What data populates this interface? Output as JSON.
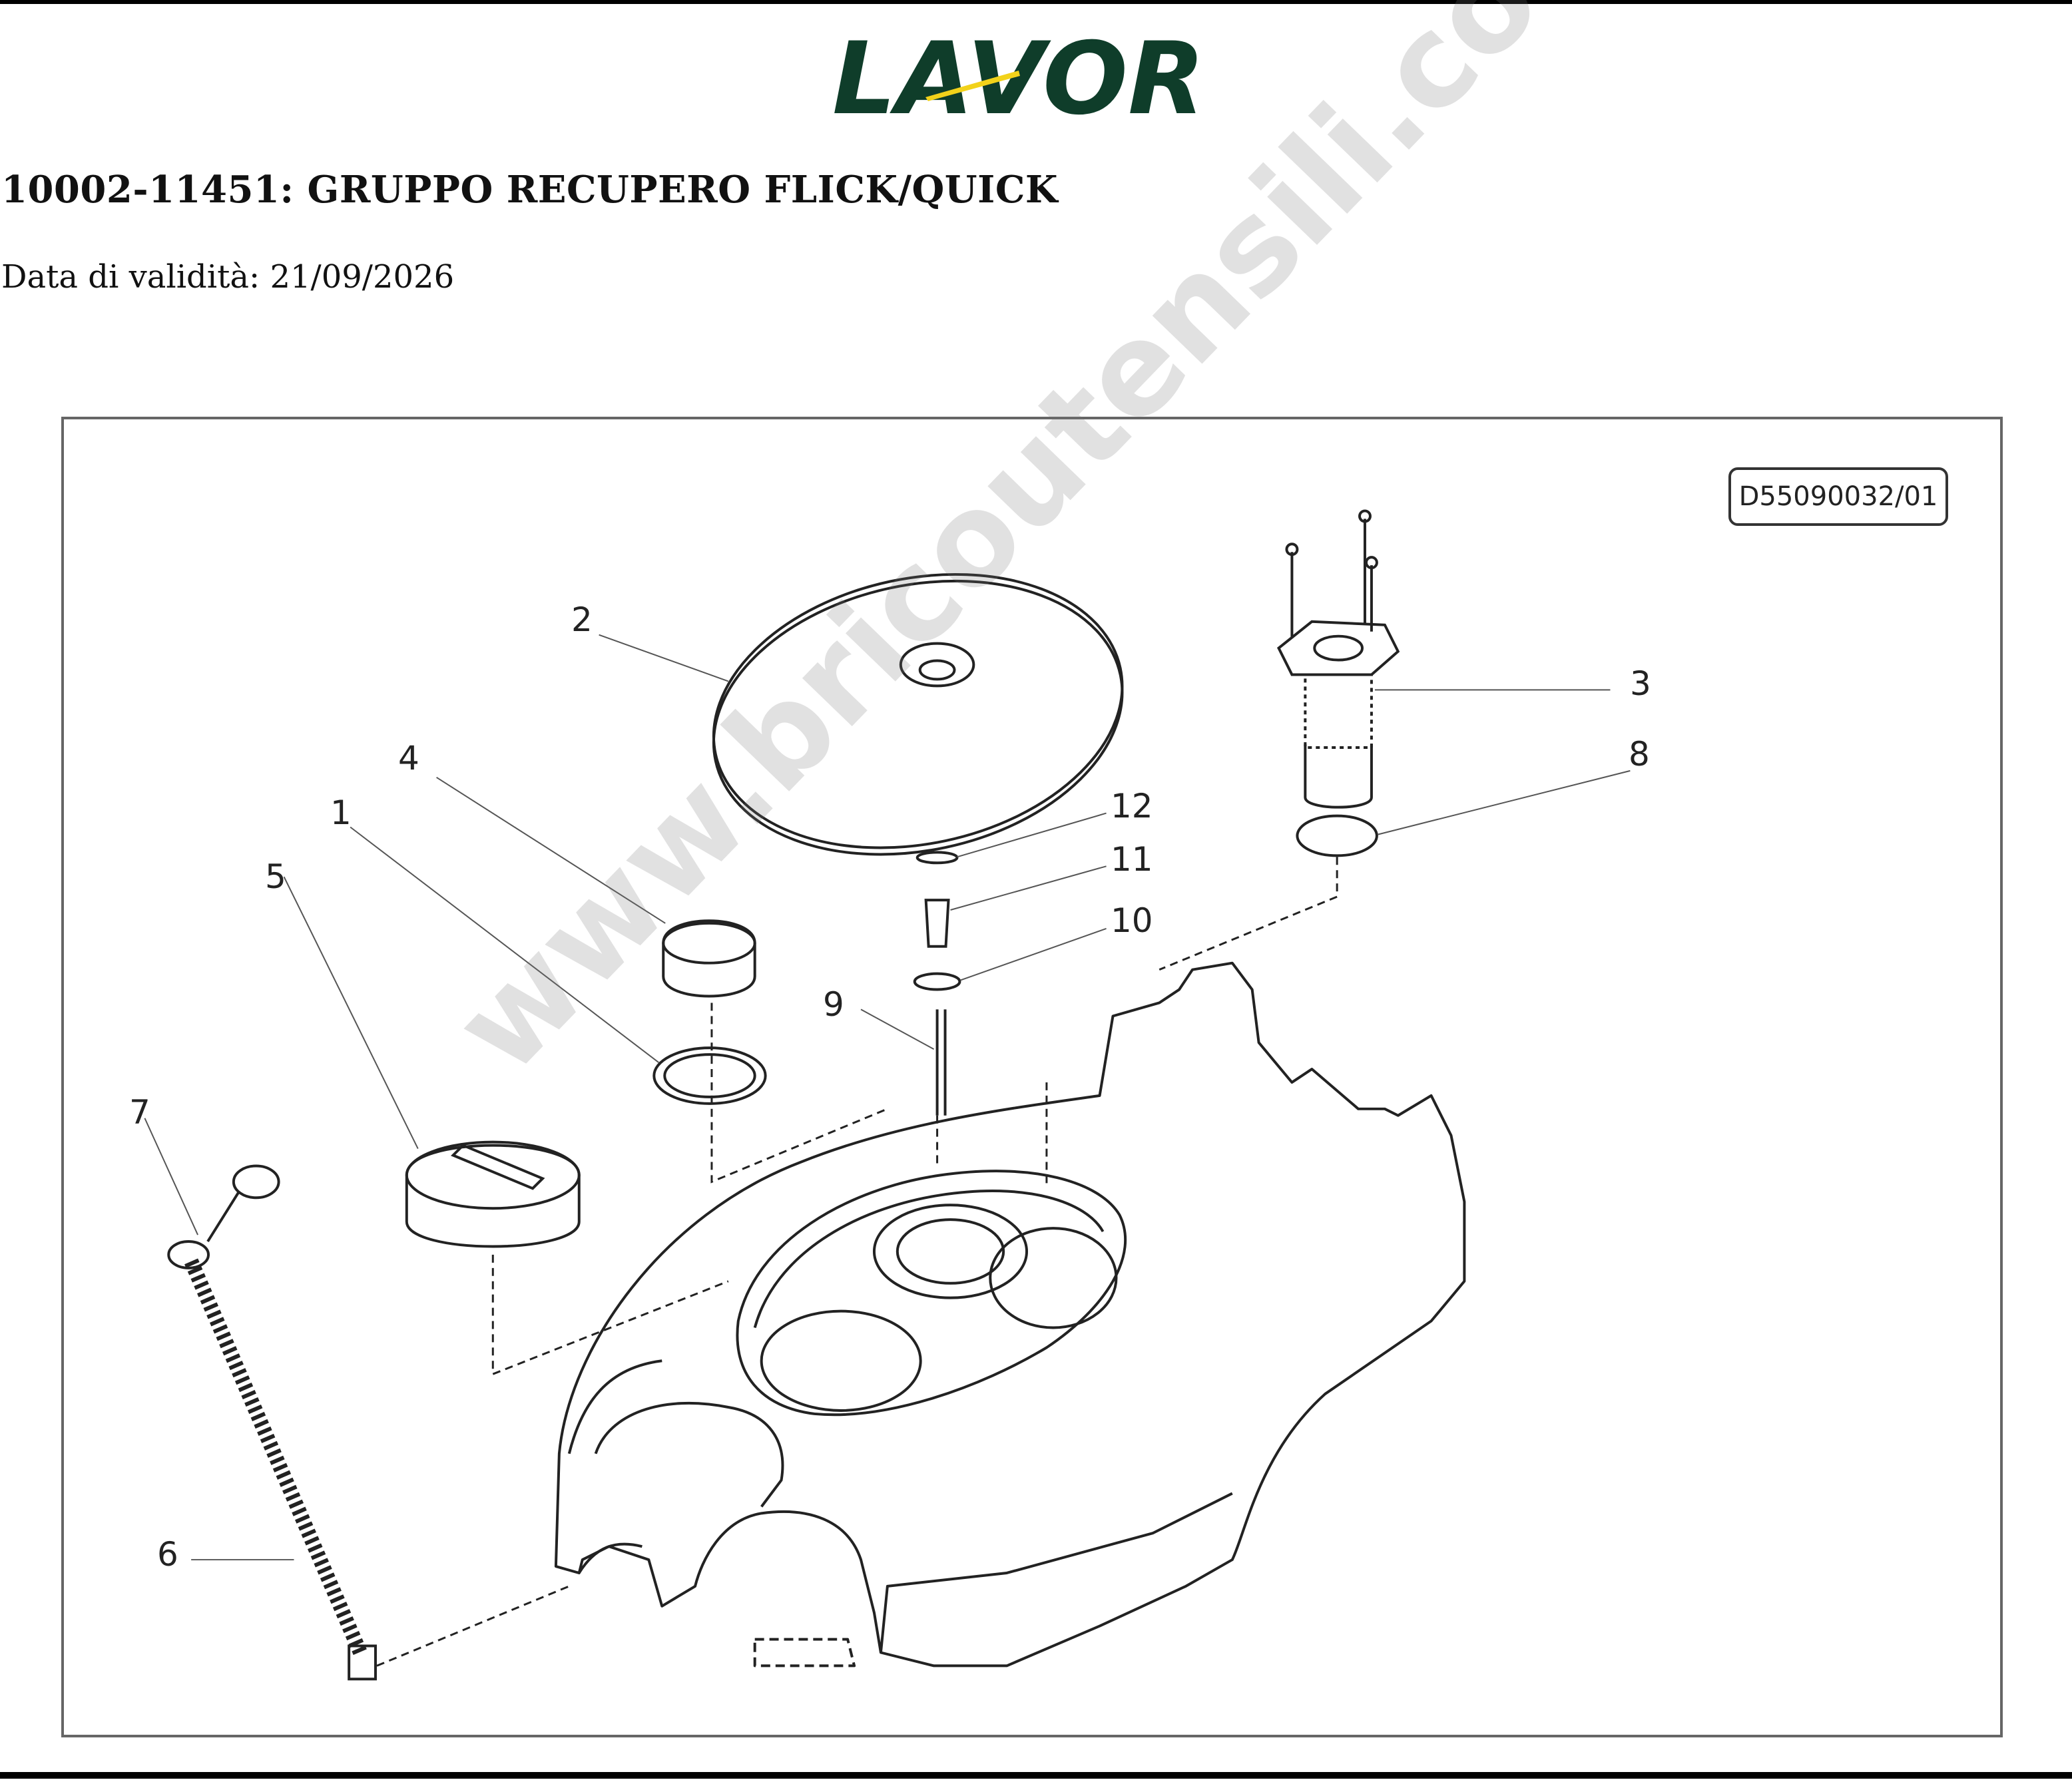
{
  "header": {
    "logo_text": "LAVOR",
    "title": "10002-11451: GRUPPO RECUPERO FLICK/QUICK",
    "validity": "Data di validità: 21/09/2026"
  },
  "diagram": {
    "drawing_code": "D55090032/01",
    "watermark": "www.bricoutensili.com",
    "callouts": [
      "1",
      "2",
      "3",
      "4",
      "5",
      "6",
      "7",
      "8",
      "9",
      "10",
      "11",
      "12"
    ]
  },
  "colors": {
    "logo_green": "#0f3d2a",
    "logo_yellow": "#f2d21a",
    "line": "#222222"
  }
}
